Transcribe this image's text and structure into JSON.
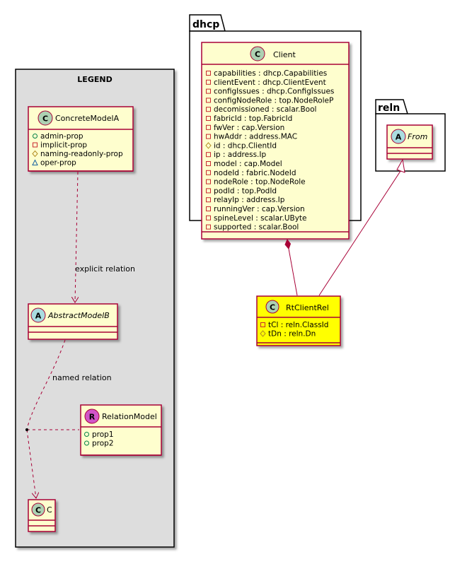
{
  "legend": {
    "title": "LEGEND",
    "concrete": {
      "glyph": "C",
      "name": "ConcreteModelA",
      "props": [
        {
          "marker": "circle",
          "text": "admin-prop"
        },
        {
          "marker": "square",
          "text": "implicit-prop"
        },
        {
          "marker": "diamond",
          "text": "naming-readonly-prop"
        },
        {
          "marker": "triangle",
          "text": "oper-prop"
        }
      ]
    },
    "abstract": {
      "glyph": "A",
      "name": "AbstractModelB"
    },
    "relation_model": {
      "glyph": "R",
      "name": "RelationModel",
      "props": [
        {
          "marker": "circle",
          "text": "prop1"
        },
        {
          "marker": "circle",
          "text": "prop2"
        }
      ]
    },
    "c_class": {
      "glyph": "C",
      "name": "C"
    },
    "edge_labels": {
      "explicit": "explicit relation",
      "named": "named relation"
    }
  },
  "dhcp": {
    "package": "dhcp",
    "client": {
      "glyph": "C",
      "name": "Client",
      "attrs": [
        {
          "marker": "square",
          "text": "capabilities : dhcp.Capabilities"
        },
        {
          "marker": "square",
          "text": "clientEvent : dhcp.ClientEvent"
        },
        {
          "marker": "square",
          "text": "configIssues : dhcp.ConfigIssues"
        },
        {
          "marker": "square",
          "text": "configNodeRole : top.NodeRoleP"
        },
        {
          "marker": "square",
          "text": "decomissioned : scalar.Bool"
        },
        {
          "marker": "square",
          "text": "fabricId : top.FabricId"
        },
        {
          "marker": "square",
          "text": "fwVer : cap.Version"
        },
        {
          "marker": "square",
          "text": "hwAddr : address.MAC"
        },
        {
          "marker": "diamond",
          "text": "id : dhcp.ClientId"
        },
        {
          "marker": "square",
          "text": "ip : address.Ip"
        },
        {
          "marker": "square",
          "text": "model : cap.Model"
        },
        {
          "marker": "square",
          "text": "nodeId : fabric.NodeId"
        },
        {
          "marker": "square",
          "text": "nodeRole : top.NodeRole"
        },
        {
          "marker": "square",
          "text": "podId : top.PodId"
        },
        {
          "marker": "square",
          "text": "relayIp : address.Ip"
        },
        {
          "marker": "square",
          "text": "runningVer : cap.Version"
        },
        {
          "marker": "square",
          "text": "spineLevel : scalar.UByte"
        },
        {
          "marker": "square",
          "text": "supported : scalar.Bool"
        }
      ]
    },
    "rtclientrel": {
      "glyph": "C",
      "name": "RtClientRel",
      "attrs": [
        {
          "marker": "square",
          "text": "tCl : reln.ClassId"
        },
        {
          "marker": "diamond",
          "text": "tDn : reln.Dn"
        }
      ]
    }
  },
  "reln": {
    "package": "reln",
    "from": {
      "glyph": "A",
      "name": "From"
    }
  },
  "colors": {
    "class_fill": "#FEFECE",
    "highlight_fill": "#FFFF00",
    "border": "#A80036",
    "legend_bg": "#DDDDDD",
    "glyph_class": "#ADD1B2",
    "glyph_abstract": "#A9DCDF",
    "glyph_relation": "#D155C8",
    "prop_public": "#038048",
    "prop_private": "#C82930",
    "prop_protected": "#B38D22",
    "prop_package": "#1963A0"
  }
}
